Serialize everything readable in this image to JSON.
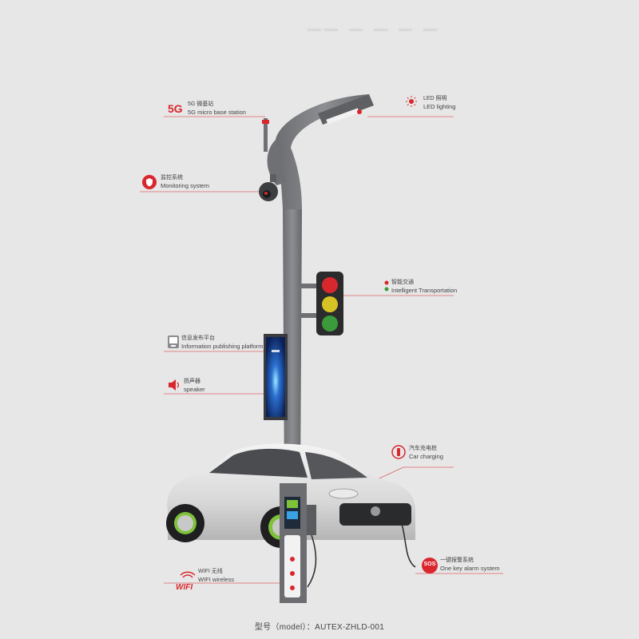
{
  "features": [
    {
      "cn": "5G 微基站",
      "en": "5G micro base station",
      "icon": "5g-logo",
      "badge": "5G"
    },
    {
      "cn": "LED 照明",
      "en": "LED lighting",
      "icon": "sun-icon"
    },
    {
      "cn": "监控系统",
      "en": "Monitoring system",
      "icon": "shield-icon"
    },
    {
      "cn": "智能交通",
      "en": "Intelligent Transportation",
      "icon": "traffic-dots-icon"
    },
    {
      "cn": "信息发布平台",
      "en": "Information publishing platform",
      "icon": "monitor-icon"
    },
    {
      "cn": "扬声器",
      "en": "speaker",
      "icon": "speaker-icon"
    },
    {
      "cn": "汽车充电桩",
      "en": "Car charging",
      "icon": "charging-icon"
    },
    {
      "cn": "一键报警系统",
      "en": "One key alarm system",
      "icon": "sos-icon",
      "badge": "SOS"
    },
    {
      "cn": "WIFI 无线",
      "en": "WIFI wireless",
      "icon": "wifi-logo",
      "badge": "WIFI"
    }
  ],
  "caption": "型号（model）：AUTEX-ZHLD-001",
  "colors": {
    "accent": "#d9272e",
    "pole": "#7a7b7d",
    "background": "#e7e7e7"
  }
}
